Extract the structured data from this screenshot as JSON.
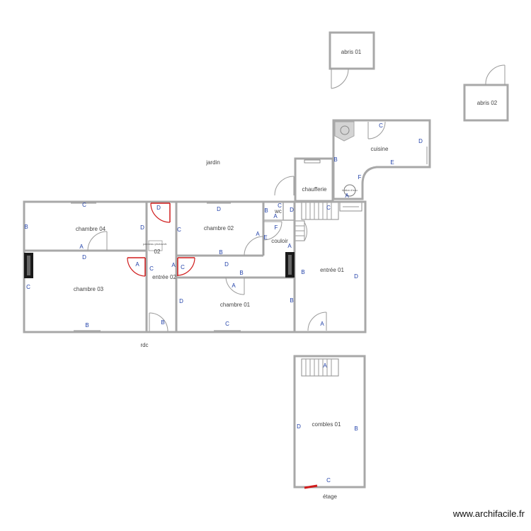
{
  "rooms": {
    "abris_01": "abris 01",
    "abris_02": "abris 02",
    "jardin": "jardin",
    "cuisine": "cuisine",
    "chaufferie": "chaufferie",
    "wc": "wc",
    "chambre_04": "chambre 04",
    "chambre_02": "chambre 02",
    "couloir": "couloir",
    "entree_02": "entrée 02",
    "entree_02_fragment": "02",
    "chambre_03": "chambre 03",
    "chambre_01": "chambre 01",
    "entree_01": "entrée 01",
    "combles_01": "combles 01"
  },
  "levels": {
    "rdc": "rdc",
    "etage": "étage"
  },
  "fixtures": {
    "panel_text": "panneau photovolt.",
    "boiler_text": "ballon d'eau"
  },
  "wall_letters": {
    "cuisine_c": "C",
    "cuisine_d": "D",
    "cuisine_e": "E",
    "cuisine_b": "B",
    "cuisine_f": "F",
    "chauff_a": "A",
    "chauff_c": "C",
    "chauff_d": "D",
    "wc_b": "B",
    "wc_c": "C",
    "wc_a": "A",
    "couloir_f": "F",
    "couloir_e": "E",
    "couloir_a": "A",
    "ch04_c": "C",
    "ch04_b": "B",
    "ch04_d": "D",
    "ch04_a": "A",
    "ch02_d": "D",
    "ch02_c": "C",
    "ch02_a": "A",
    "ch02_b": "B",
    "e02_d": "D",
    "e02_c": "C",
    "e02_a": "A",
    "e02_b": "B",
    "e02_c2": "C",
    "ch03_d": "D",
    "ch03_a": "A",
    "ch03_c": "C",
    "ch03_b": "B",
    "pass_d": "D",
    "pass_b": "B",
    "ch01_a": "A",
    "ch01_d": "D",
    "ch01_b": "B",
    "ch01_c": "C",
    "e01_b": "B",
    "e01_d": "D",
    "e01_a": "A",
    "comb_a": "A",
    "comb_d": "D",
    "comb_b": "B",
    "comb_c": "C"
  },
  "watermark": "www.archifacile.fr"
}
